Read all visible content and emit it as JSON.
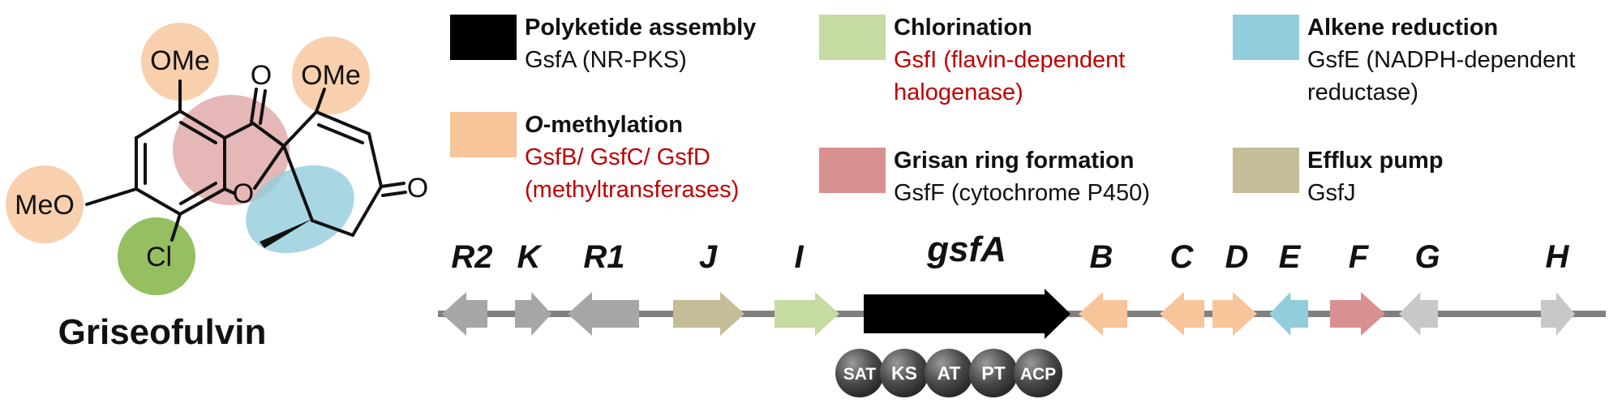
{
  "compound": {
    "name": "Griseofulvin",
    "substituents": {
      "ome_top": "OMe",
      "ome_right": "OMe",
      "meo_left": "MeO",
      "cl": "Cl",
      "o_ring": "O",
      "o_ketone1": "O",
      "o_ketone2": "O"
    }
  },
  "legend": [
    {
      "title": "Polyketide assembly",
      "detail": "GsfA (NR-PKS)",
      "color": "#000000",
      "detail_color": "#111111"
    },
    {
      "title_italic": "O",
      "title": "-methylation",
      "detail": "GsfB/ GsfC/ GsfD\n(methyltransferases)",
      "color": "#f8c49a",
      "detail_color": "#c00000"
    },
    {
      "title": "Chlorination",
      "detail": "GsfI (flavin-dependent\nhalogenase)",
      "color": "#c5dba1",
      "detail_color": "#c00000"
    },
    {
      "title": "Grisan ring formation",
      "detail": "GsfF (cytochrome P450)",
      "color": "#d99090",
      "detail_color": "#111111"
    },
    {
      "title": "Alkene reduction",
      "detail": "GsfE (NADPH-dependent\nreductase)",
      "color": "#92cddc",
      "detail_color": "#111111"
    },
    {
      "title": "Efflux pump",
      "detail": "GsfJ",
      "color": "#c4bd97",
      "detail_color": "#111111"
    }
  ],
  "gene_cluster": {
    "genes": [
      {
        "label": "R2",
        "dir": "left",
        "color": "#a6a6a6"
      },
      {
        "label": "K",
        "dir": "right",
        "color": "#a6a6a6"
      },
      {
        "label": "R1",
        "dir": "left",
        "color": "#a6a6a6"
      },
      {
        "label": "J",
        "dir": "right",
        "color": "#c4bd97"
      },
      {
        "label": "I",
        "dir": "right",
        "color": "#c5dba1"
      },
      {
        "label": "gsfA",
        "dir": "right",
        "color": "#000000"
      },
      {
        "label": "B",
        "dir": "left",
        "color": "#f8c49a"
      },
      {
        "label": "C",
        "dir": "left",
        "color": "#f8c49a"
      },
      {
        "label": "D",
        "dir": "right",
        "color": "#f8c49a"
      },
      {
        "label": "E",
        "dir": "left",
        "color": "#92cddc"
      },
      {
        "label": "F",
        "dir": "right",
        "color": "#d99090"
      },
      {
        "label": "G",
        "dir": "left",
        "color": "#c8c8c8"
      },
      {
        "label": "H",
        "dir": "right",
        "color": "#c8c8c8"
      }
    ],
    "domains": [
      "SAT",
      "KS",
      "AT",
      "PT",
      "ACP"
    ]
  }
}
